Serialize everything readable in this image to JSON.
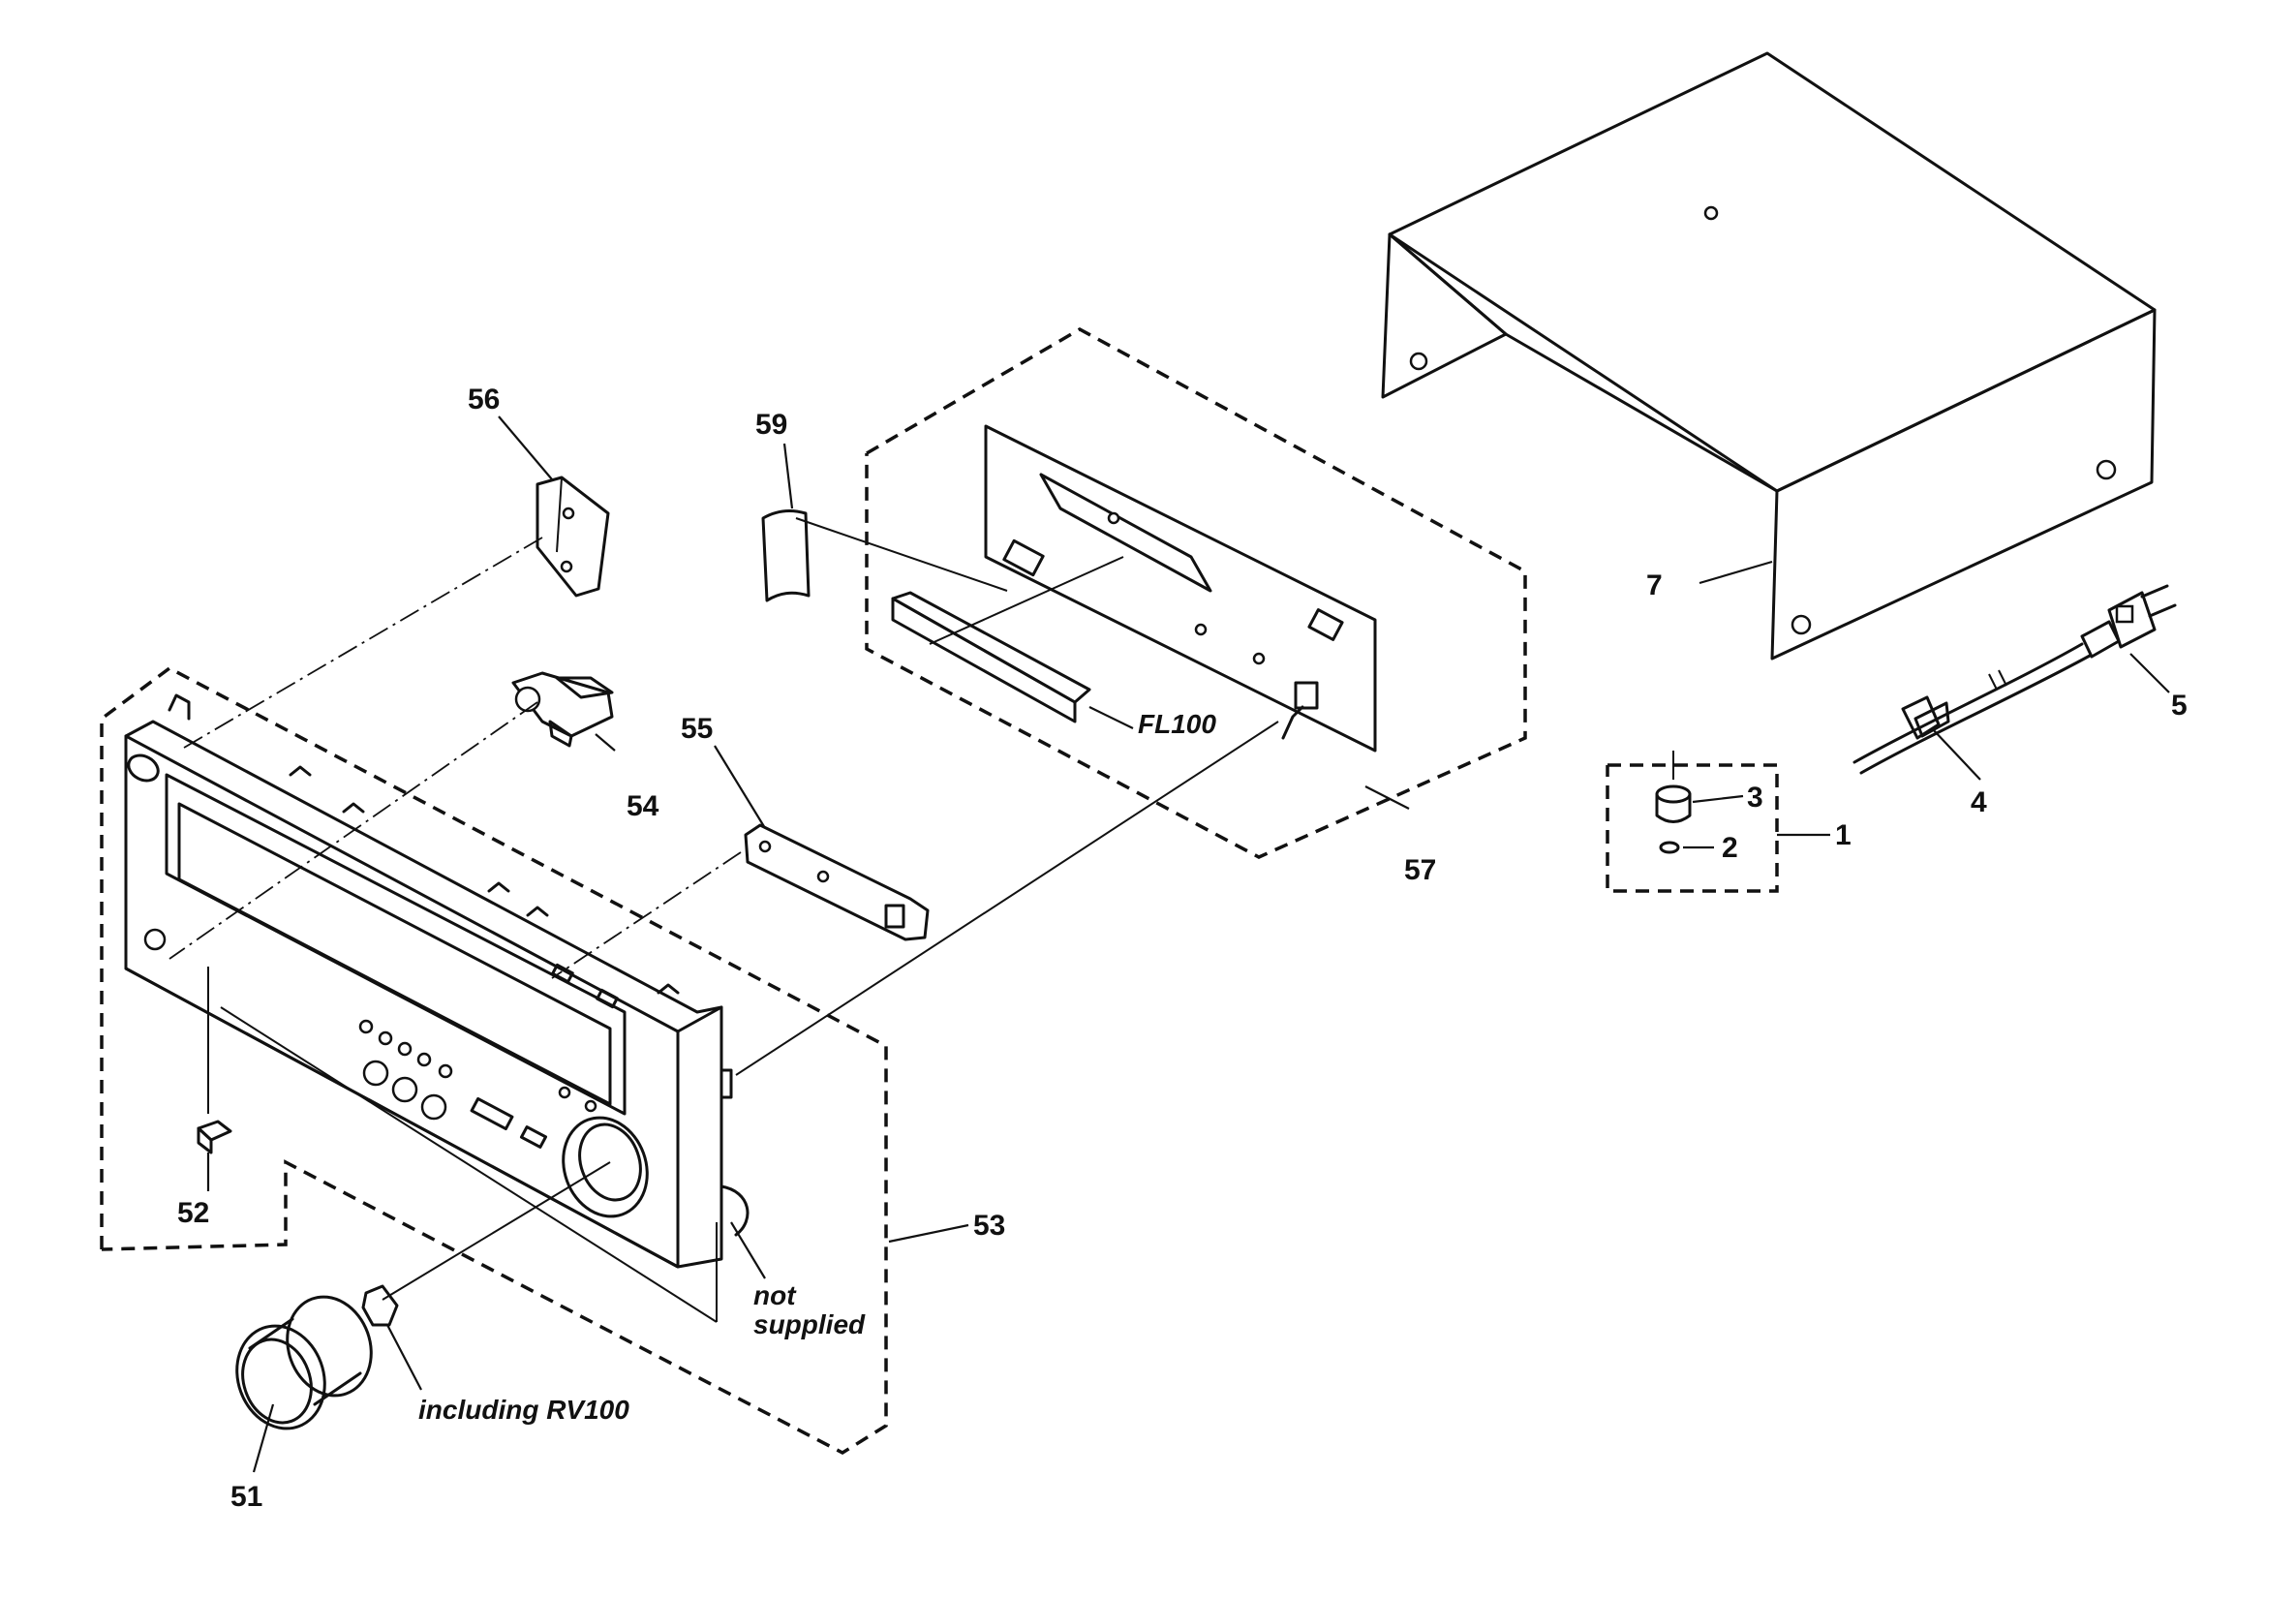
{
  "callouts": {
    "c1": "1",
    "c2": "2",
    "c3": "3",
    "c4": "4",
    "c5": "5",
    "c7": "7",
    "c51": "51",
    "c52": "52",
    "c53": "53",
    "c54": "54",
    "c55": "55",
    "c56": "56",
    "c57": "57",
    "c59": "59"
  },
  "labels": {
    "fl100": "FL100",
    "including_rv100": "including RV100",
    "not": "not",
    "supplied": "supplied"
  }
}
